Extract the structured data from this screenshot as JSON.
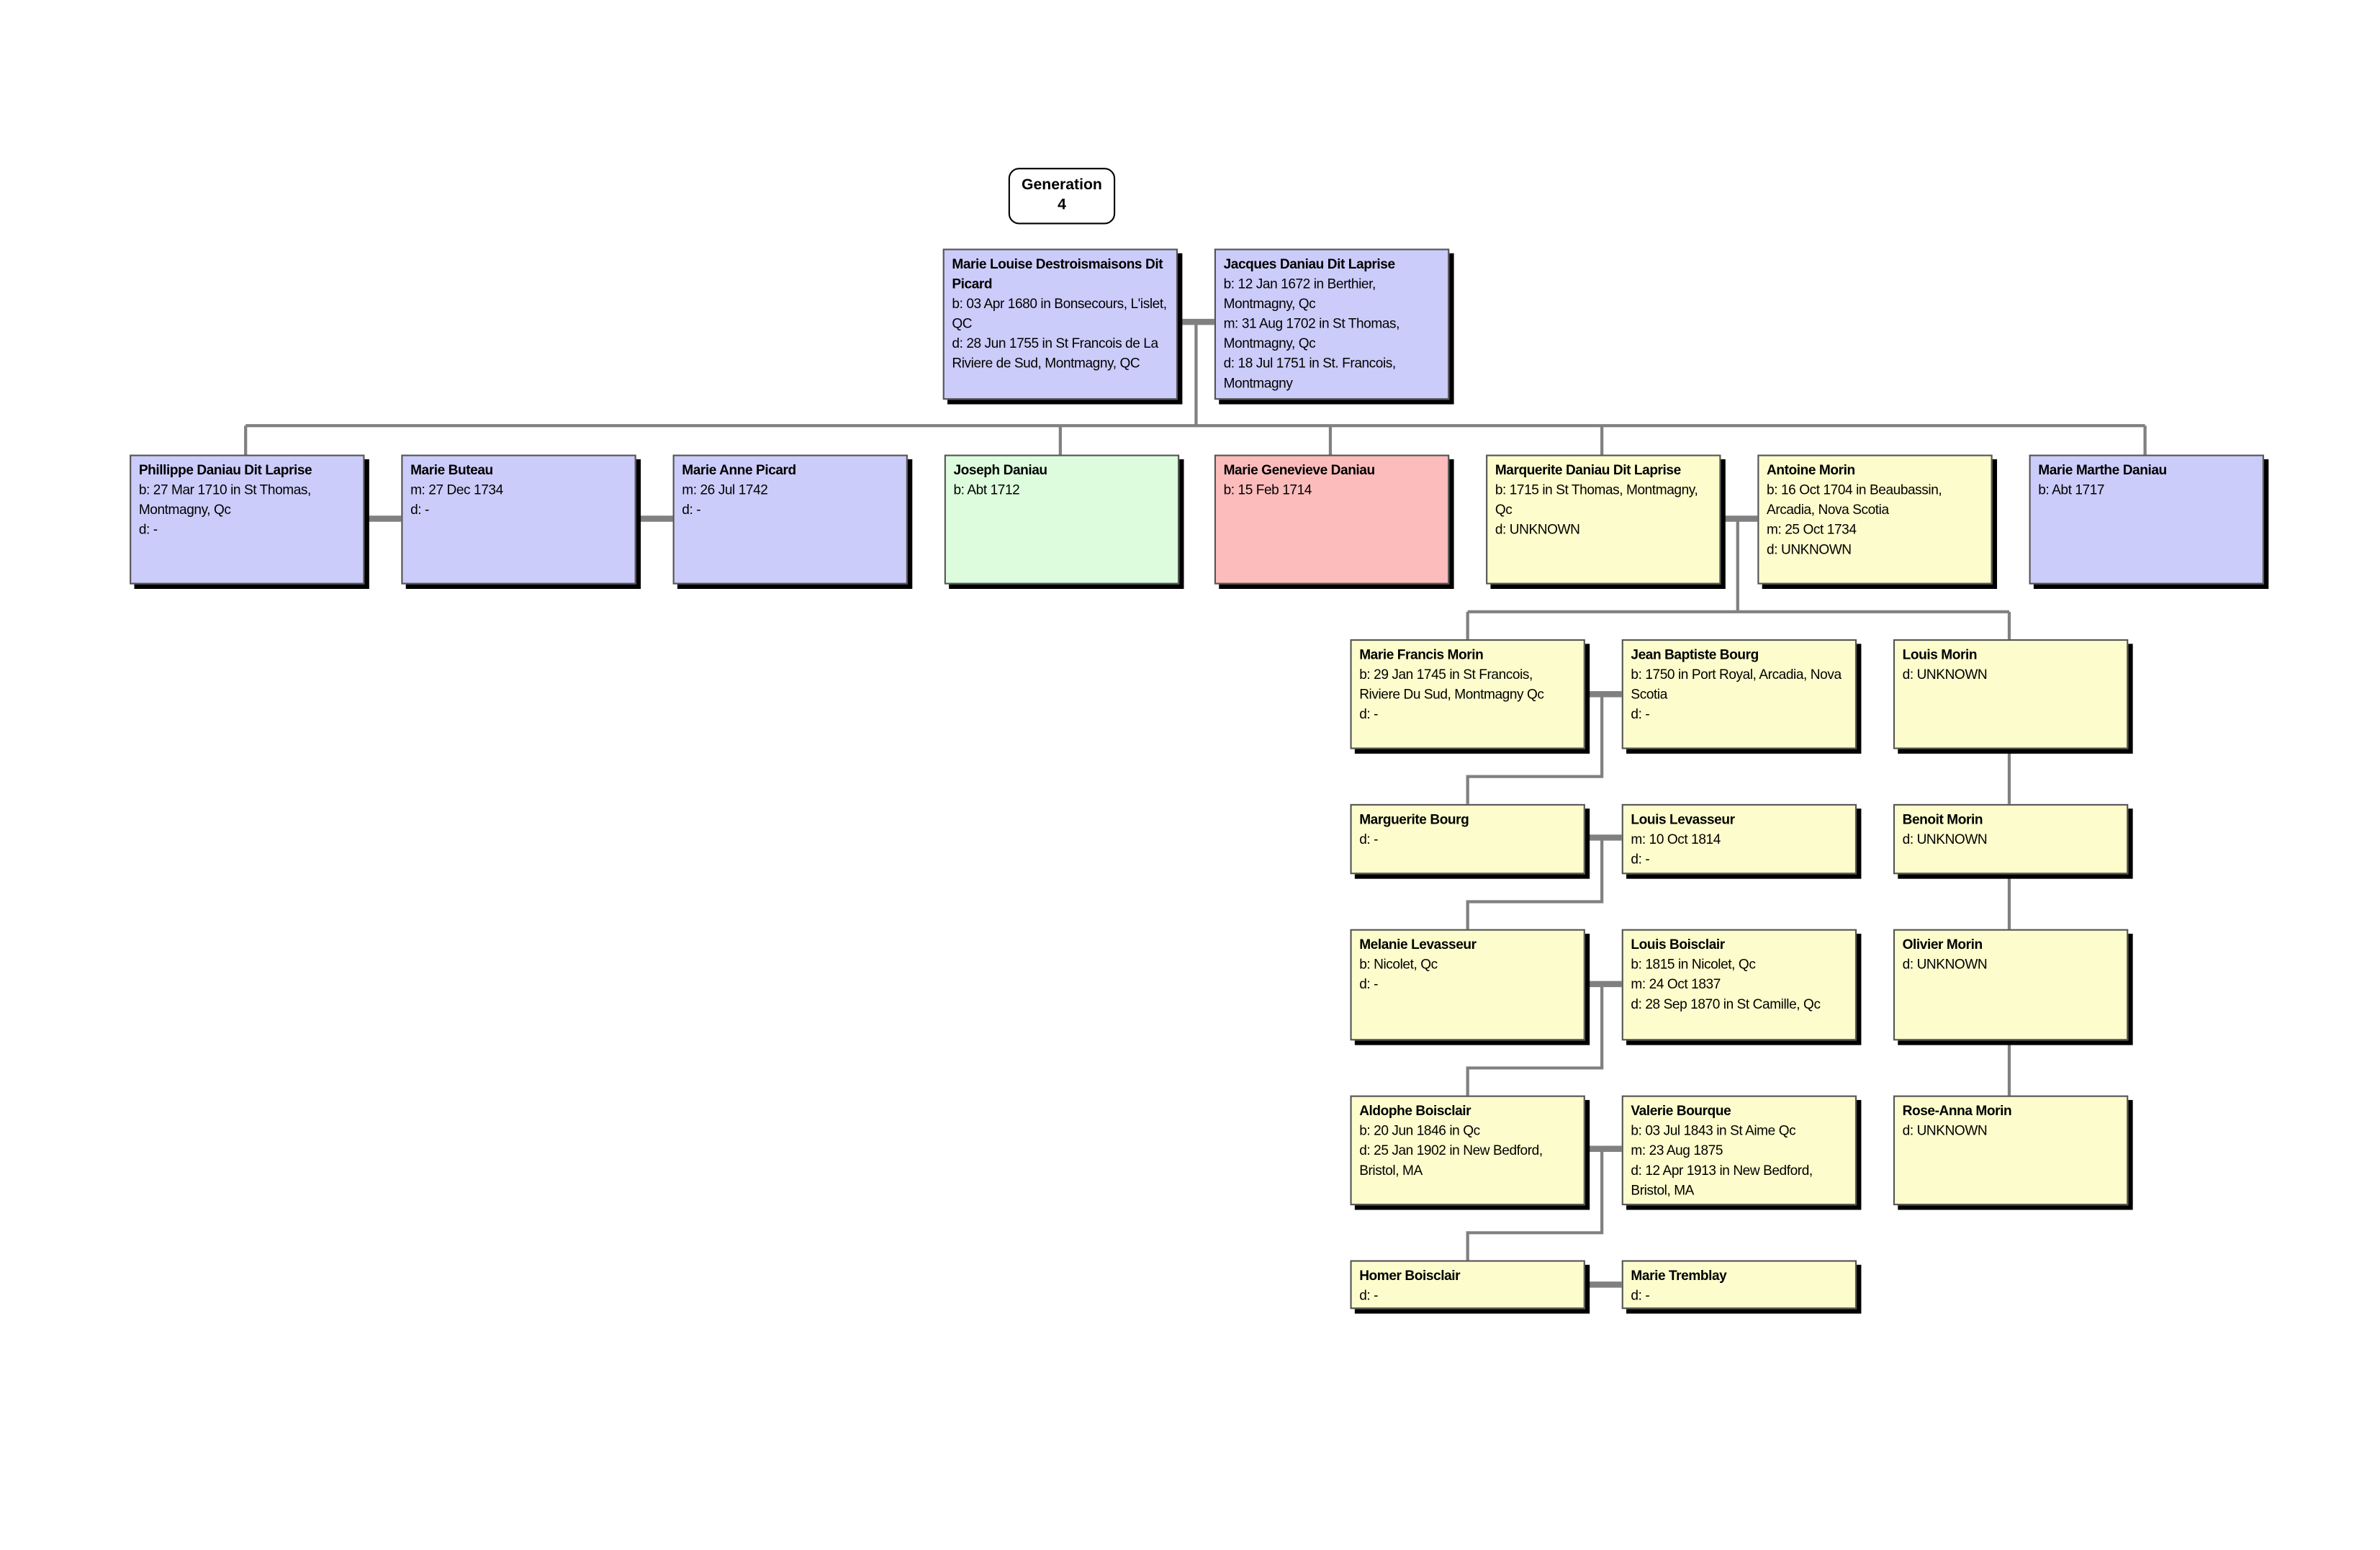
{
  "generation_label": {
    "title": "Generation",
    "number": "4"
  },
  "colors": {
    "blue": "#ccccfa",
    "green": "#ddfcdd",
    "pink": "#fcbcbc",
    "yellow": "#fcfccc",
    "connector": "#808080"
  },
  "persons": [
    {
      "id": "marie-louise",
      "color": "blue",
      "name": "Marie Louise Destroismaisons Dit Picard",
      "facts": [
        "b: 03 Apr 1680 in Bonsecours, L'islet, QC",
        "d: 28 Jun 1755 in St Francois de La Riviere de Sud, Montmagny, QC"
      ]
    },
    {
      "id": "jacques",
      "color": "blue",
      "name": "Jacques Daniau Dit Laprise",
      "facts": [
        "b: 12 Jan 1672 in Berthier, Montmagny, Qc",
        "m: 31 Aug 1702 in St Thomas, Montmagny, Qc",
        "d: 18 Jul 1751 in St. Francois, Montmagny"
      ]
    },
    {
      "id": "phillippe",
      "color": "blue",
      "name": "Phillippe Daniau Dit Laprise",
      "facts": [
        "b: 27 Mar 1710 in St Thomas, Montmagny, Qc",
        "d: -"
      ]
    },
    {
      "id": "marie-buteau",
      "color": "blue",
      "name": "Marie Buteau",
      "facts": [
        "m: 27 Dec 1734",
        "d: -"
      ]
    },
    {
      "id": "marie-anne-picard",
      "color": "blue",
      "name": "Marie Anne Picard",
      "facts": [
        "m: 26 Jul 1742",
        "d: -"
      ]
    },
    {
      "id": "joseph",
      "color": "green",
      "name": "Joseph Daniau",
      "facts": [
        "b: Abt 1712"
      ]
    },
    {
      "id": "marie-genevieve",
      "color": "pink",
      "name": "Marie Genevieve Daniau",
      "facts": [
        "b: 15 Feb 1714"
      ]
    },
    {
      "id": "marguerite-daniau",
      "color": "yellow",
      "name": "Marquerite Daniau Dit Laprise",
      "facts": [
        "b: 1715 in St Thomas, Montmagny, Qc",
        "d: UNKNOWN"
      ]
    },
    {
      "id": "antoine-morin",
      "color": "yellow",
      "name": "Antoine Morin",
      "facts": [
        "b: 16 Oct 1704 in Beaubassin, Arcadia, Nova Scotia",
        "m: 25 Oct 1734",
        "d: UNKNOWN"
      ]
    },
    {
      "id": "marie-marthe",
      "color": "blue",
      "name": "Marie Marthe Daniau",
      "facts": [
        "b: Abt 1717"
      ]
    },
    {
      "id": "marie-francis-morin",
      "color": "yellow",
      "name": "Marie Francis Morin",
      "facts": [
        "b: 29 Jan 1745 in St Francois, Riviere Du Sud, Montmagny Qc",
        "d: -"
      ]
    },
    {
      "id": "jean-baptiste-bourg",
      "color": "yellow",
      "name": "Jean Baptiste Bourg",
      "facts": [
        "b: 1750 in Port Royal, Arcadia, Nova Scotia",
        "d: -"
      ]
    },
    {
      "id": "louis-morin",
      "color": "yellow",
      "name": "Louis Morin",
      "facts": [
        "d: UNKNOWN"
      ]
    },
    {
      "id": "marguerite-bourg",
      "color": "yellow",
      "name": "Marguerite Bourg",
      "facts": [
        "d: -"
      ]
    },
    {
      "id": "louis-levasseur",
      "color": "yellow",
      "name": "Louis Levasseur",
      "facts": [
        "m: 10 Oct 1814",
        "d: -"
      ]
    },
    {
      "id": "benoit-morin",
      "color": "yellow",
      "name": "Benoit Morin",
      "facts": [
        "d: UNKNOWN"
      ]
    },
    {
      "id": "melanie-levasseur",
      "color": "yellow",
      "name": "Melanie Levasseur",
      "facts": [
        "b: Nicolet, Qc",
        "d: -"
      ]
    },
    {
      "id": "louis-boisclair",
      "color": "yellow",
      "name": "Louis Boisclair",
      "facts": [
        "b: 1815 in Nicolet, Qc",
        "m: 24 Oct 1837",
        "d: 28 Sep 1870 in St Camille, Qc"
      ]
    },
    {
      "id": "olivier-morin",
      "color": "yellow",
      "name": "Olivier Morin",
      "facts": [
        "d: UNKNOWN"
      ]
    },
    {
      "id": "aldophe-boisclair",
      "color": "yellow",
      "name": "Aldophe Boisclair",
      "facts": [
        "b: 20 Jun 1846 in Qc",
        "d: 25 Jan 1902 in New Bedford, Bristol, MA"
      ]
    },
    {
      "id": "valerie-bourque",
      "color": "yellow",
      "name": "Valerie Bourque",
      "facts": [
        "b: 03 Jul 1843 in St Aime Qc",
        "m: 23 Aug 1875",
        "d: 12 Apr 1913 in New Bedford, Bristol, MA"
      ]
    },
    {
      "id": "rose-anna-morin",
      "color": "yellow",
      "name": "Rose-Anna Morin",
      "facts": [
        "d: UNKNOWN"
      ]
    },
    {
      "id": "homer-boisclair",
      "color": "yellow",
      "name": "Homer Boisclair",
      "facts": [
        "d: -"
      ]
    },
    {
      "id": "marie-tremblay",
      "color": "yellow",
      "name": "Marie Tremblay",
      "facts": [
        "d: -"
      ]
    }
  ]
}
